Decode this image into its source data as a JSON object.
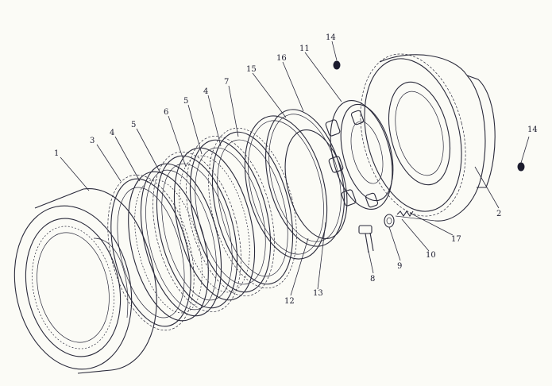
{
  "title": "Exploded view of clutch pack assembly",
  "callout_labels": {
    "l1": "1",
    "l2": "2",
    "l3": "3",
    "l4a": "4",
    "l4b": "4",
    "l5a": "5",
    "l5b": "5",
    "l6": "6",
    "l7": "7",
    "l8": "8",
    "l9": "9",
    "l10": "10",
    "l11": "11",
    "l12": "12",
    "l13": "13",
    "l14a": "14",
    "l14b": "14",
    "l15": "15",
    "l16": "16",
    "l17": "17"
  },
  "colors": {
    "line": "#2a2a3a",
    "background": "#fbfbf6"
  }
}
